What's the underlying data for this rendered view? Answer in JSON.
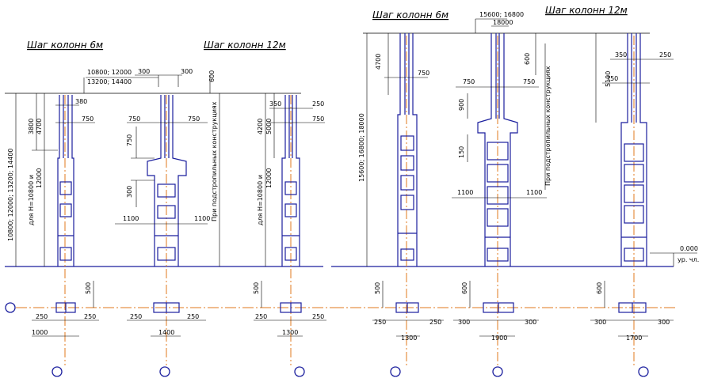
{
  "colors": {
    "column": "#1b1f9e",
    "axis": "#e0791c",
    "dim": "#000000",
    "circle": "#1b1f9e",
    "ground": "#1b1f9e"
  },
  "titles": {
    "left_6m": "Шаг колонн 6м",
    "left_12m": "Шаг колонн 12м",
    "right_6m": "Шаг колонн 6м",
    "right_12m": "Шаг колонн 12м"
  },
  "left_dims": {
    "top_span_a": "10800; 12000",
    "top_span_b": "13200; 14400",
    "d300a": "300",
    "d300b": "300",
    "d600": "600",
    "d380": "380",
    "d750_c1": "750",
    "d750_c2l": "750",
    "d750_c2r": "750",
    "d350": "350",
    "d250": "250",
    "d750_c3": "750",
    "total_height": "10800; 12000; 13200; 14400",
    "h3800": "3800",
    "h4700": "4700",
    "h12000_c1": "12000",
    "note_c1": "для Н=10800 и",
    "h750": "750",
    "h300": "300",
    "d1100l": "1100",
    "d1100r": "1100",
    "note_truss": "При подстропильных конструкциях",
    "h4200": "4200",
    "h5000": "5000",
    "h12000_c3": "12000",
    "note_c3": "для Н=10800 и",
    "h500_c2": "500",
    "h500_c3": "500",
    "plan1_250l": "250",
    "plan1_250r": "250",
    "plan1_w": "1000",
    "plan2_250l": "250",
    "plan2_250r": "250",
    "plan2_w": "1400",
    "plan3_250l": "250",
    "plan3_250r": "250",
    "plan3_w": "1300"
  },
  "right_dims": {
    "top_span_a": "15600; 16800",
    "top_span_b": "18000",
    "d600": "600",
    "h4700": "4700",
    "d750_c4": "750",
    "total_height": "15600; 16800; 18000",
    "d750_c5l": "750",
    "d750_c5r": "750",
    "h900": "900",
    "h150": "150",
    "d1100l": "1100",
    "d1100r": "1100",
    "note_truss": "При подстропильных конструкциях",
    "d350": "350",
    "d250": "250",
    "h5100": "5100",
    "d750_c6": "750",
    "level": "0.000",
    "level_label": "ур. чл.",
    "h500_c4": "500",
    "h600_c5": "600",
    "h600_c6": "600",
    "plan4_250l": "250",
    "plan4_250r": "250",
    "plan4_w": "1300",
    "plan5_300l": "300",
    "plan5_300r": "300",
    "plan5_w": "1900",
    "plan6_300l": "300",
    "plan6_300r": "300",
    "plan6_w": "1700"
  }
}
